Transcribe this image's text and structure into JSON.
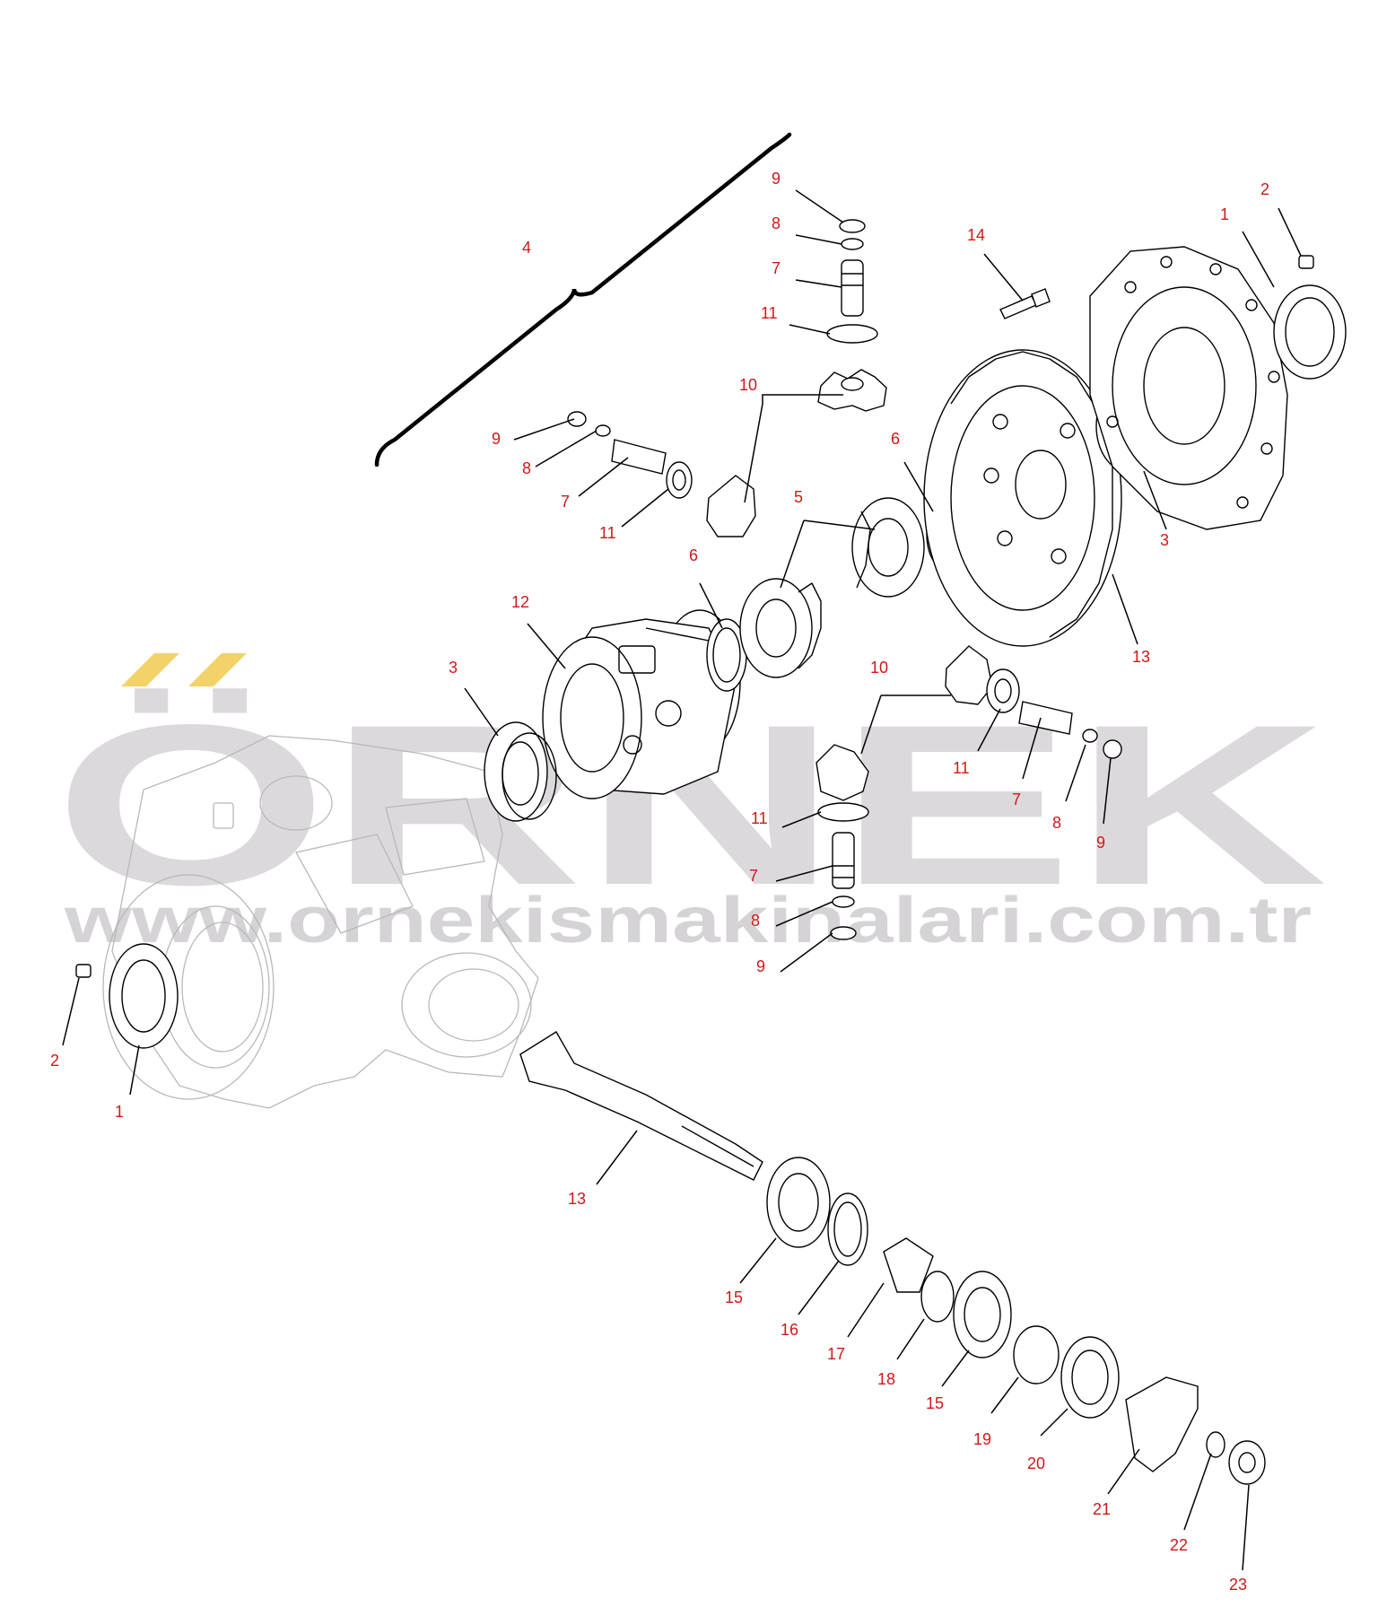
{
  "watermark": {
    "brand": "ÖRNEK",
    "site": "www.ornekismakinalari.com.tr",
    "accent_color": "#f4d26a",
    "brand_color": "#dcd9dc"
  },
  "colors": {
    "callout": "#d01818",
    "lines": "#000000",
    "housing": "#b8b8b8"
  },
  "callouts": {
    "c1_top": "1",
    "c2_top": "2",
    "c14": "14",
    "c9_a": "9",
    "c8_a": "8",
    "c7_a": "7",
    "c11_a": "11",
    "c4": "4",
    "c10_a": "10",
    "c9_b": "9",
    "c8_b": "8",
    "c7_b": "7",
    "c11_b": "11",
    "c6_a": "6",
    "c5": "5",
    "c3_right": "3",
    "c13_ring": "13",
    "c6_b": "6",
    "c12": "12",
    "c3_left": "3",
    "c10_b": "10",
    "c11_c": "11",
    "c7_c": "7",
    "c8_c": "8",
    "c9_c": "9",
    "c11_d": "11",
    "c7_d": "7",
    "c8_d": "8",
    "c9_d": "9",
    "c2_left": "2",
    "c1_left": "1",
    "c13_shaft": "13",
    "c15_a": "15",
    "c16": "16",
    "c17": "17",
    "c18": "18",
    "c15_b": "15",
    "c19": "19",
    "c20": "20",
    "c21": "21",
    "c22": "22",
    "c23": "23"
  }
}
